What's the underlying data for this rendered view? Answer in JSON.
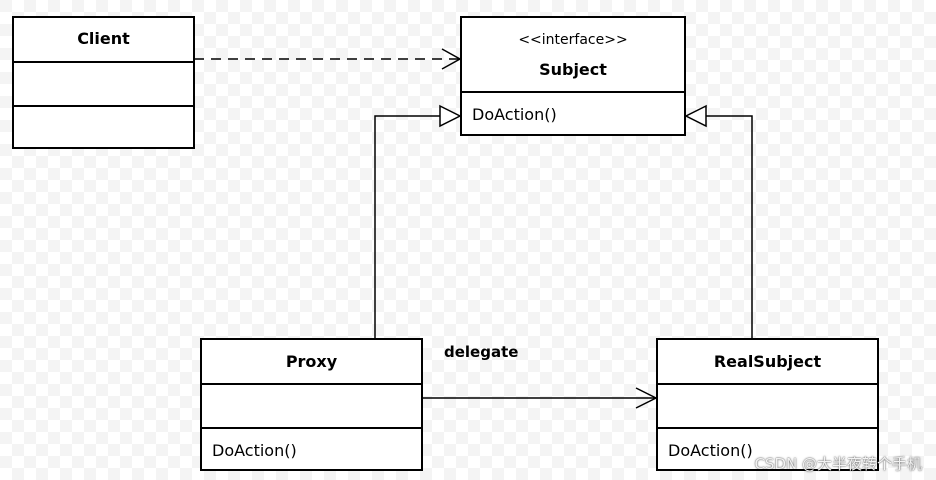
{
  "classes": {
    "client": {
      "name": "Client"
    },
    "subject": {
      "stereotype": "<<interface>>",
      "name": "Subject",
      "operation": "DoAction()"
    },
    "proxy": {
      "name": "Proxy",
      "operation": "DoAction()"
    },
    "real_subject": {
      "name": "RealSubject",
      "operation": "DoAction()"
    }
  },
  "relations": {
    "delegate_label": "delegate"
  },
  "watermark": "CSDN @大半夜转个手机"
}
